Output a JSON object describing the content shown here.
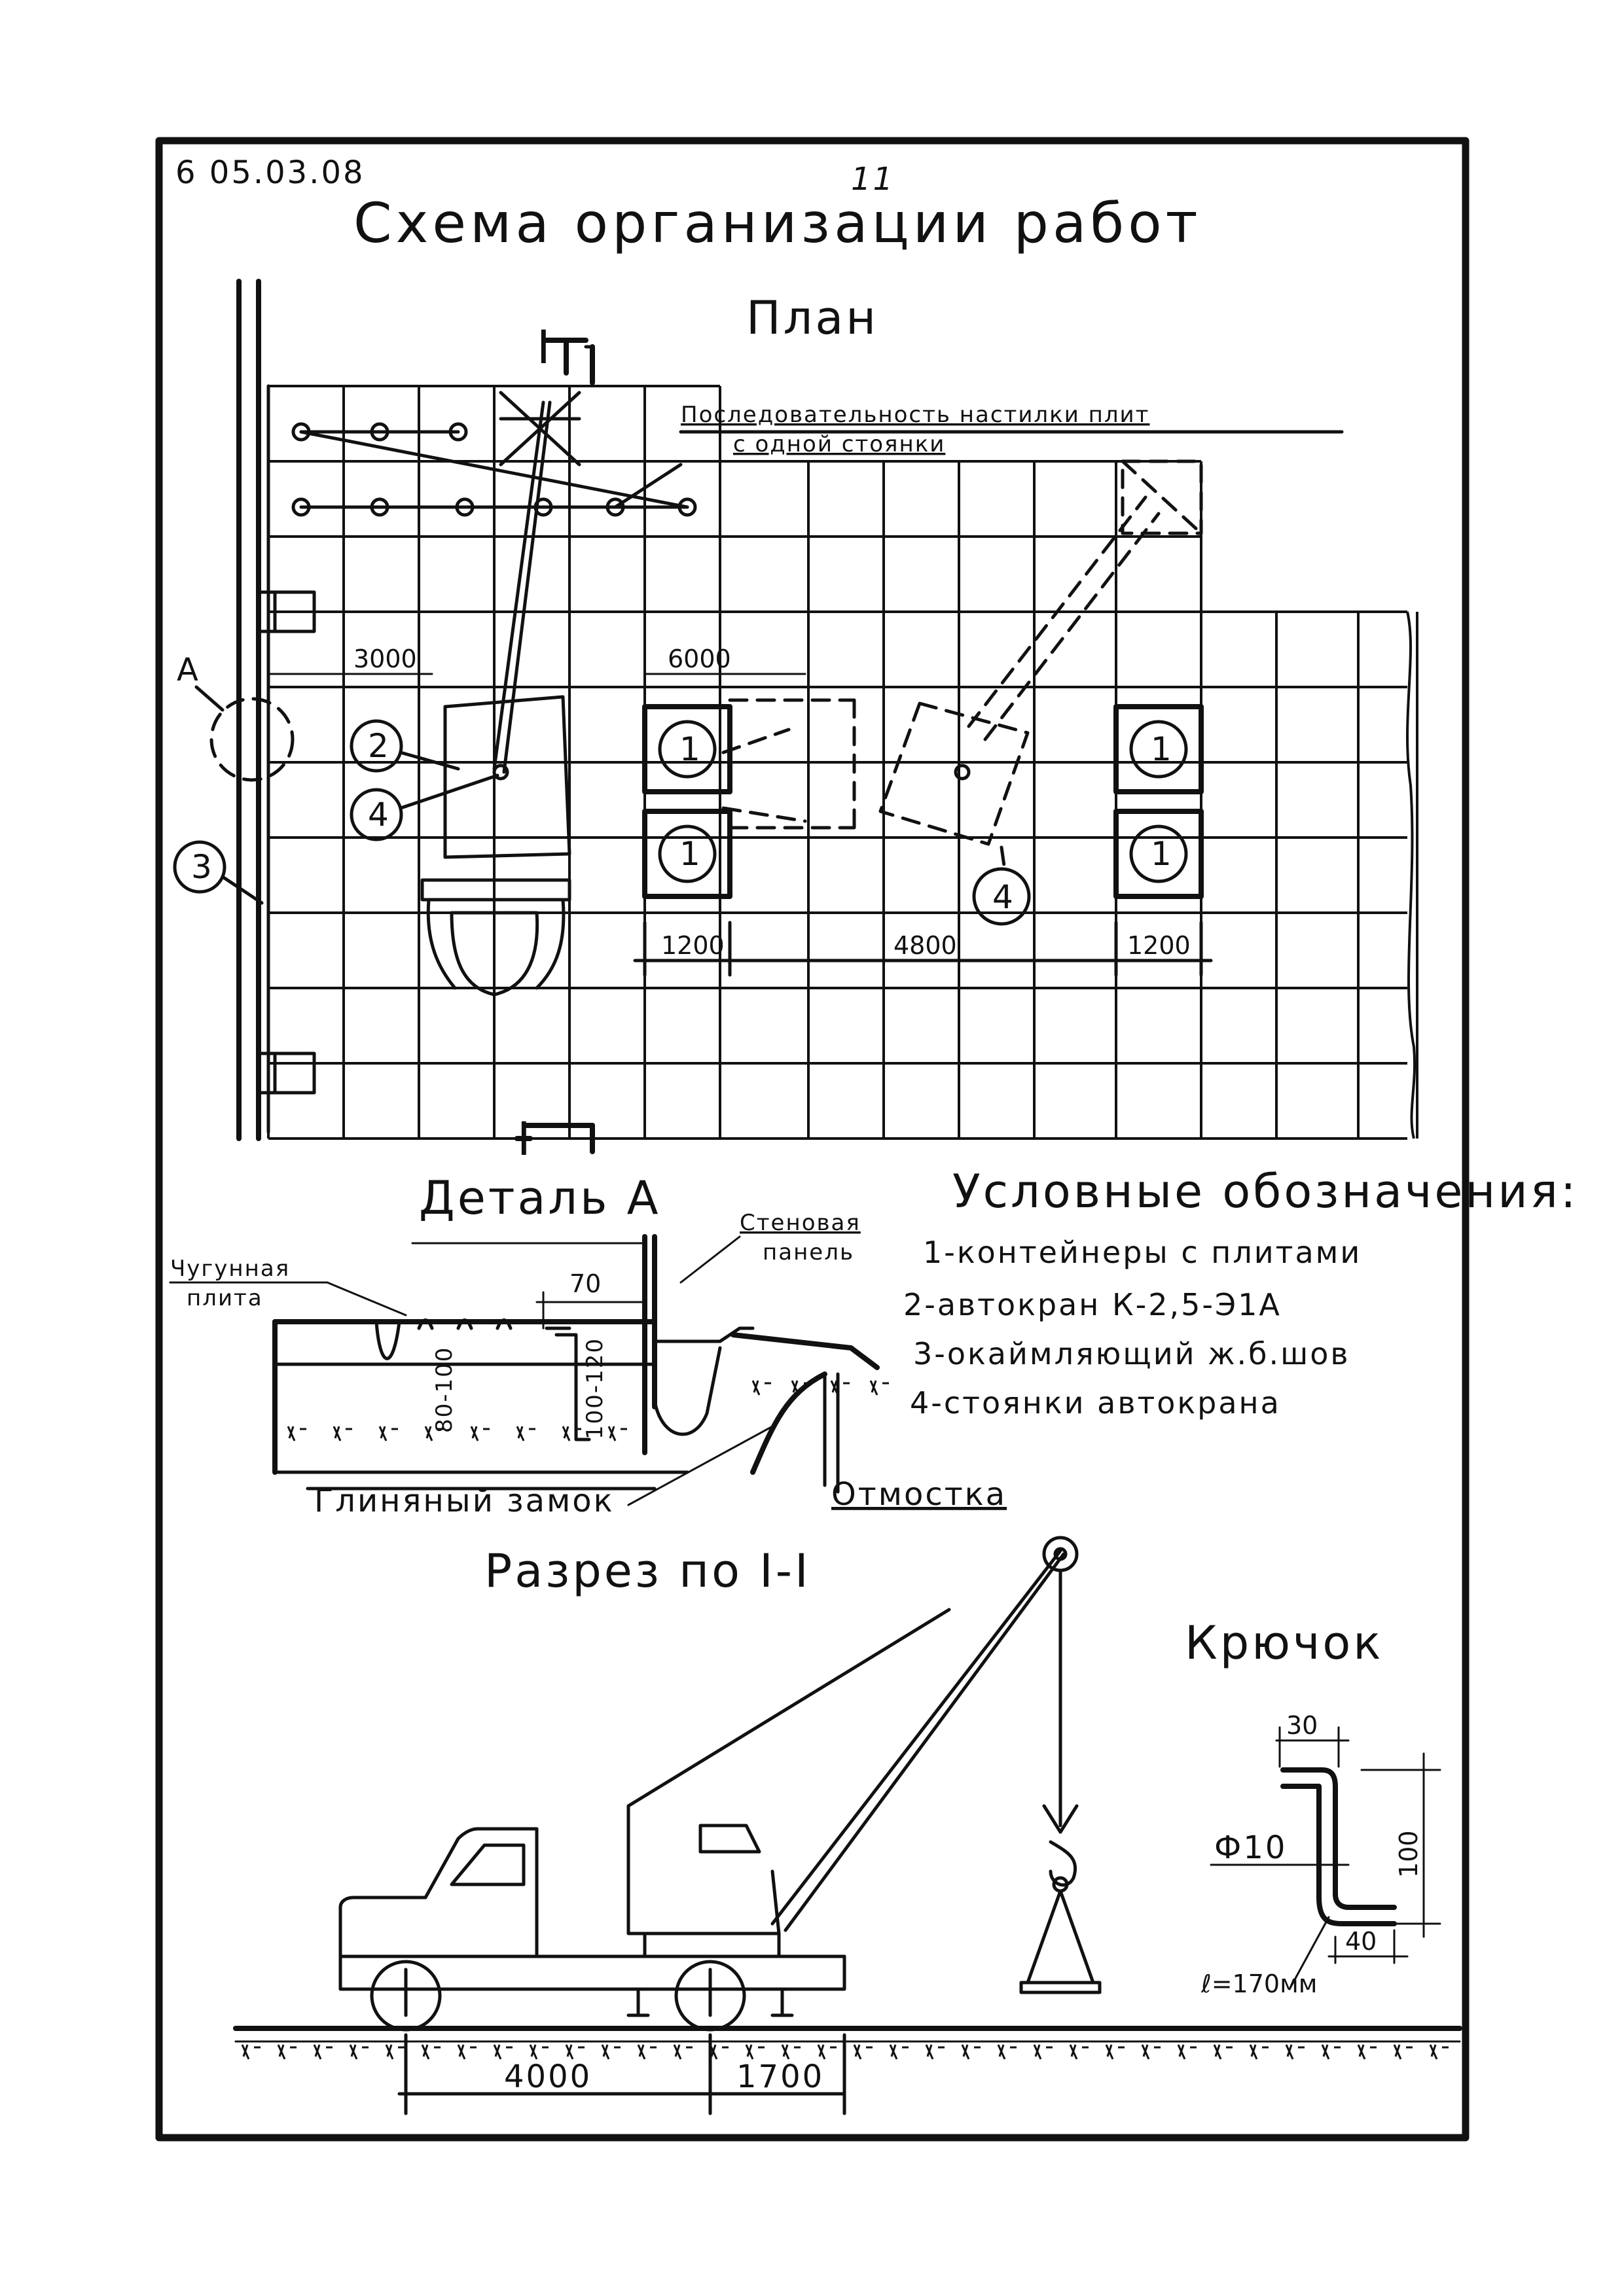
{
  "sheet": {
    "code": "6 05.03.08",
    "page_number": "11",
    "title": "Схема организации работ"
  },
  "plan": {
    "heading": "План",
    "section_mark_top": "I",
    "section_mark_bottom": "I",
    "sequence_note_line1": "Последовательность настилки плит",
    "sequence_note_line2": "с одной стоянки",
    "dim_3000": "3000",
    "dim_6000": "6000",
    "dim_1200_left": "1200",
    "dim_4800": "4800",
    "dim_1200_right": "1200",
    "detail_callout": "А",
    "marker_container": "1",
    "marker_crane": "2",
    "marker_seam": "3",
    "marker_stand": "4"
  },
  "detail_a": {
    "heading": "Деталь А",
    "label_cast_iron_1": "Чугунная",
    "label_cast_iron_2": "плита",
    "label_wall_1": "Стеновая",
    "label_wall_2": "панель",
    "dim_70": "70",
    "dim_80_100": "80-100",
    "dim_100_120": "100-120",
    "label_clay_lock": "Глиняный замок",
    "label_blind_area": "Отмостка"
  },
  "legend": {
    "heading": "Условные обозначения:",
    "items": [
      "1-контейнеры с плитами",
      "2-автокран К-2,5-Э1А",
      "3-окаймляющий ж.б.шов",
      "4-стоянки автокрана"
    ]
  },
  "section": {
    "heading": "Разрез по I-I",
    "dim_4000": "4000",
    "dim_1700": "1700"
  },
  "hook": {
    "heading": "Крючок",
    "dim_30": "30",
    "dim_100": "100",
    "dim_phi10": "Ф10",
    "dim_40": "40",
    "length_note": "ℓ=170мм"
  },
  "colors": {
    "ink": "#111111",
    "paper": "#ffffff"
  }
}
